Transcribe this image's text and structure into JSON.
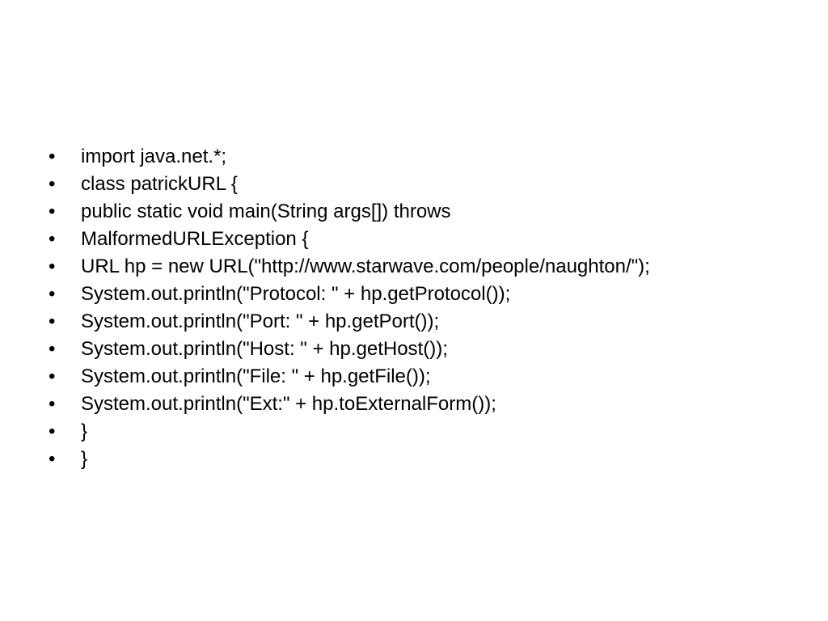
{
  "slide": {
    "bullet_glyph": "•",
    "lines": [
      "import java.net.*;",
      "class patrickURL {",
      "public static void main(String args[]) throws",
      "MalformedURLException {",
      "URL hp = new URL(\"http://www.starwave.com/people/naughton/\");",
      "System.out.println(\"Protocol: \" + hp.getProtocol());",
      "System.out.println(\"Port: \" + hp.getPort());",
      "System.out.println(\"Host: \" + hp.getHost());",
      "System.out.println(\"File: \" + hp.getFile());",
      "System.out.println(\"Ext:\" + hp.toExternalForm());",
      "}",
      "}"
    ]
  }
}
